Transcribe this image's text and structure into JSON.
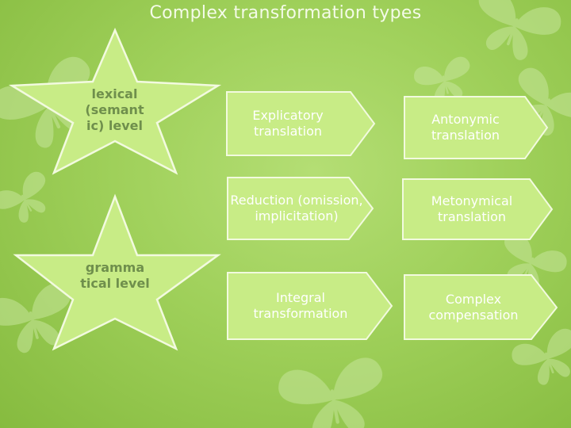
{
  "title": "Complex transformation types",
  "levels": [
    {
      "label": "lexical (semant ic) level"
    },
    {
      "label": "gramma tical level"
    }
  ],
  "transformations": [
    {
      "label": "Explicatory translation"
    },
    {
      "label": "Antonymic translation"
    },
    {
      "label": "Reduction (omission, implicitation)"
    },
    {
      "label": "Metonymical translation"
    },
    {
      "label": "Integral transformation"
    },
    {
      "label": "Complex compensation"
    }
  ],
  "colors": {
    "background": "#9fd05a",
    "shape_fill": "#c8ec86",
    "shape_stroke": "#f2fadf",
    "star_text": "#6f8f4c",
    "arrow_text": "#ffffff"
  },
  "decor_icons": [
    "butterfly-icon"
  ]
}
